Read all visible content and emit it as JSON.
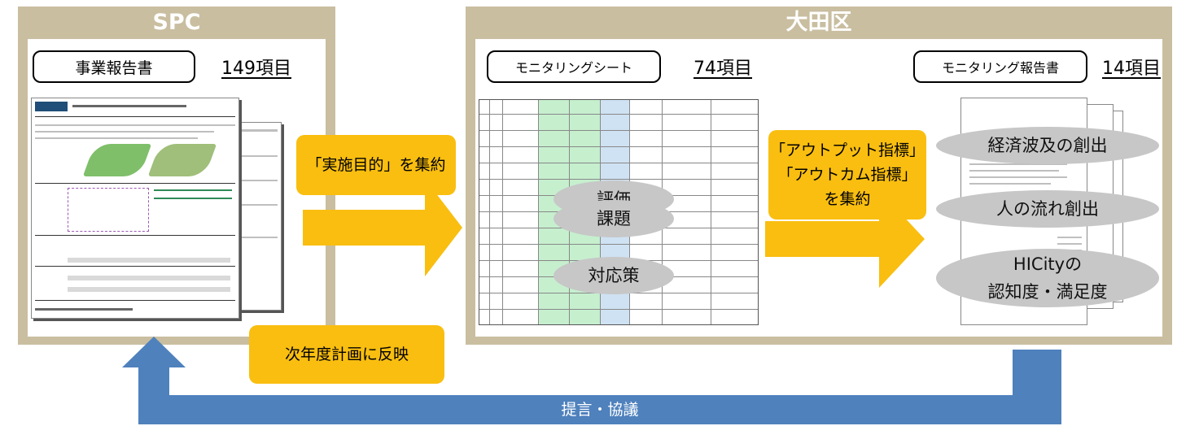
{
  "spc": {
    "header": "SPC",
    "doc_label": "事業報告書",
    "doc_count": "149項目"
  },
  "ota": {
    "header": "大田区",
    "sheet_label": "モニタリングシート",
    "sheet_count": "74項目",
    "report_label": "モニタリング報告書",
    "report_count": "14項目"
  },
  "callouts": {
    "purpose": "「実施目的」を集約",
    "indicators_line1": "「アウトプット指標」",
    "indicators_line2": "「アウトカム指標」",
    "indicators_line3": "を集約",
    "next_year": "次年度計画に反映"
  },
  "sheet_ovals": [
    "評価",
    "課題",
    "対応策"
  ],
  "report_ovals": {
    "economic": "経済波及の創出",
    "flow": "人の流れ創出",
    "hicity_line1": "HICityの",
    "hicity_line2": "認知度・満足度"
  },
  "feedback": "提言・協議",
  "colors": {
    "panel": "#c9bea0",
    "arrow": "#f9be10",
    "feedback": "#4f81bd",
    "oval": "#c7c7c7"
  }
}
